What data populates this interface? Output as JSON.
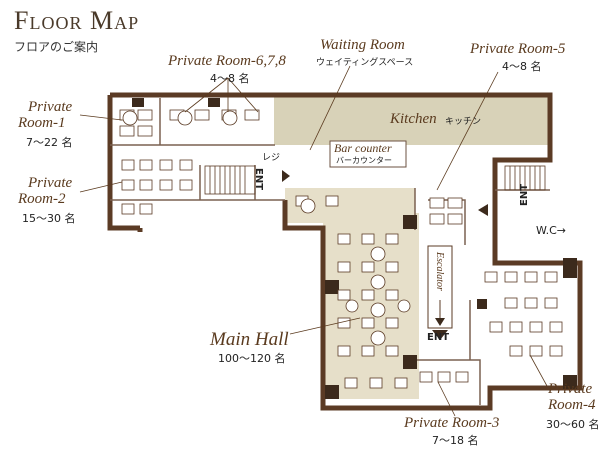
{
  "header": {
    "title": "Floor Map",
    "subtitle": "フロアのご案内"
  },
  "rooms": {
    "private_room_1": {
      "name": "Private Room-1",
      "line1": "Private",
      "line2": "Room-1",
      "capacity": "7〜22 名"
    },
    "private_room_2": {
      "name": "Private Room-2",
      "line1": "Private",
      "line2": "Room-2",
      "capacity": "15〜30 名"
    },
    "private_room_678": {
      "name": "Private Room-6,7,8",
      "capacity": "4〜8 名"
    },
    "waiting_room": {
      "name": "Waiting Room",
      "sub": "ウェイティングスペース"
    },
    "private_room_5": {
      "name": "Private Room-5",
      "capacity": "4〜8 名"
    },
    "main_hall": {
      "name": "Main Hall",
      "capacity": "100〜120 名"
    },
    "private_room_3": {
      "name": "Private Room-3",
      "capacity": "7〜18 名"
    },
    "private_room_4": {
      "name": "Private Room-4",
      "line1": "Private",
      "line2": "Room-4",
      "capacity": "30〜60 名"
    }
  },
  "map_labels": {
    "kitchen": "Kitchen",
    "kitchen_jp": "キッチン",
    "bar_counter": "Bar counter",
    "bar_counter_jp": "バーカウンター",
    "register": "レジ",
    "ent_left": "ENT",
    "ent_right": "ENT",
    "ent_bottom": "ENT",
    "wc": "W.C→",
    "escalator": "Escalator"
  },
  "colors": {
    "accent": "#5a3a1e",
    "wall": "#5b3b25",
    "kitchen": "#d8d2b8",
    "hall": "#e6dfc9"
  }
}
